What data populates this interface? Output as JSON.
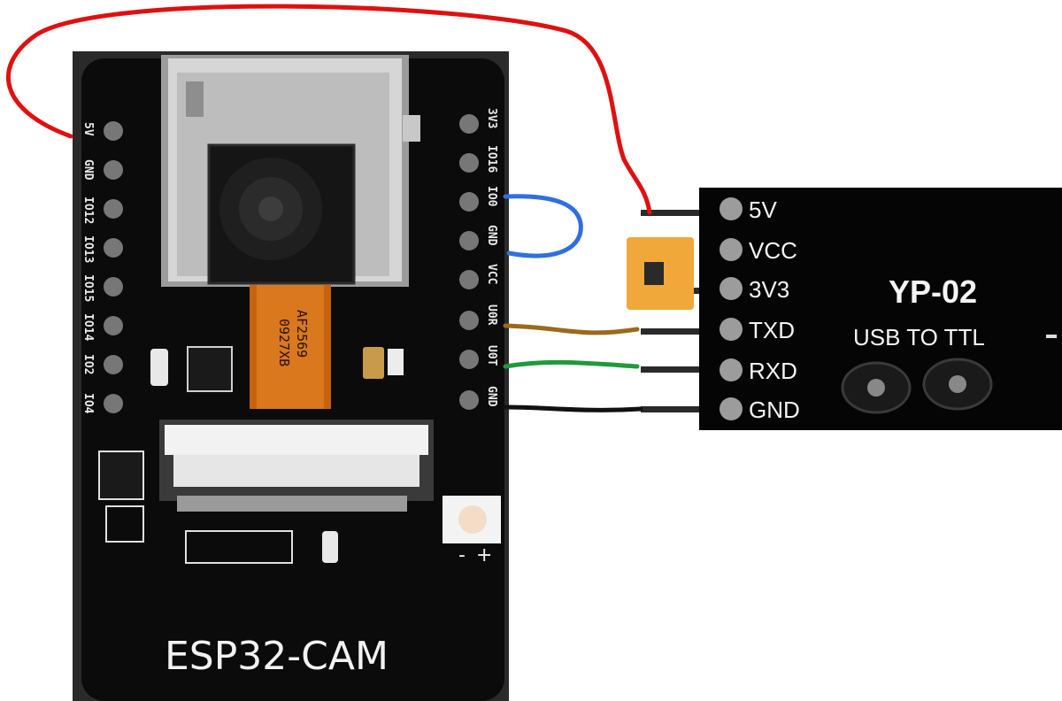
{
  "esp32": {
    "board_label": "ESP32-CAM",
    "flex_label_line1": "AF2569",
    "flex_label_line2": "0927XB",
    "polarity_minus": "-",
    "polarity_plus": "+",
    "left_pins": [
      "5V",
      "GND",
      "IO12",
      "IO13",
      "IO15",
      "IO14",
      "IO2",
      "IO4"
    ],
    "right_pins": [
      "3V3",
      "IO16",
      "IO0",
      "GND",
      "VCC",
      "U0R",
      "U0T",
      "GND"
    ]
  },
  "usb_ttl": {
    "title": "YP-02",
    "subtitle": "USB TO TTL",
    "pins": [
      "5V",
      "VCC",
      "3V3",
      "TXD",
      "RXD",
      "GND"
    ]
  },
  "wires": {
    "power_color": "#e01010",
    "flash_jumper_color": "#2f6fe0",
    "rx_color": "#9a6a1c",
    "tx_color": "#1e9a3c",
    "ground_color": "#111111"
  }
}
